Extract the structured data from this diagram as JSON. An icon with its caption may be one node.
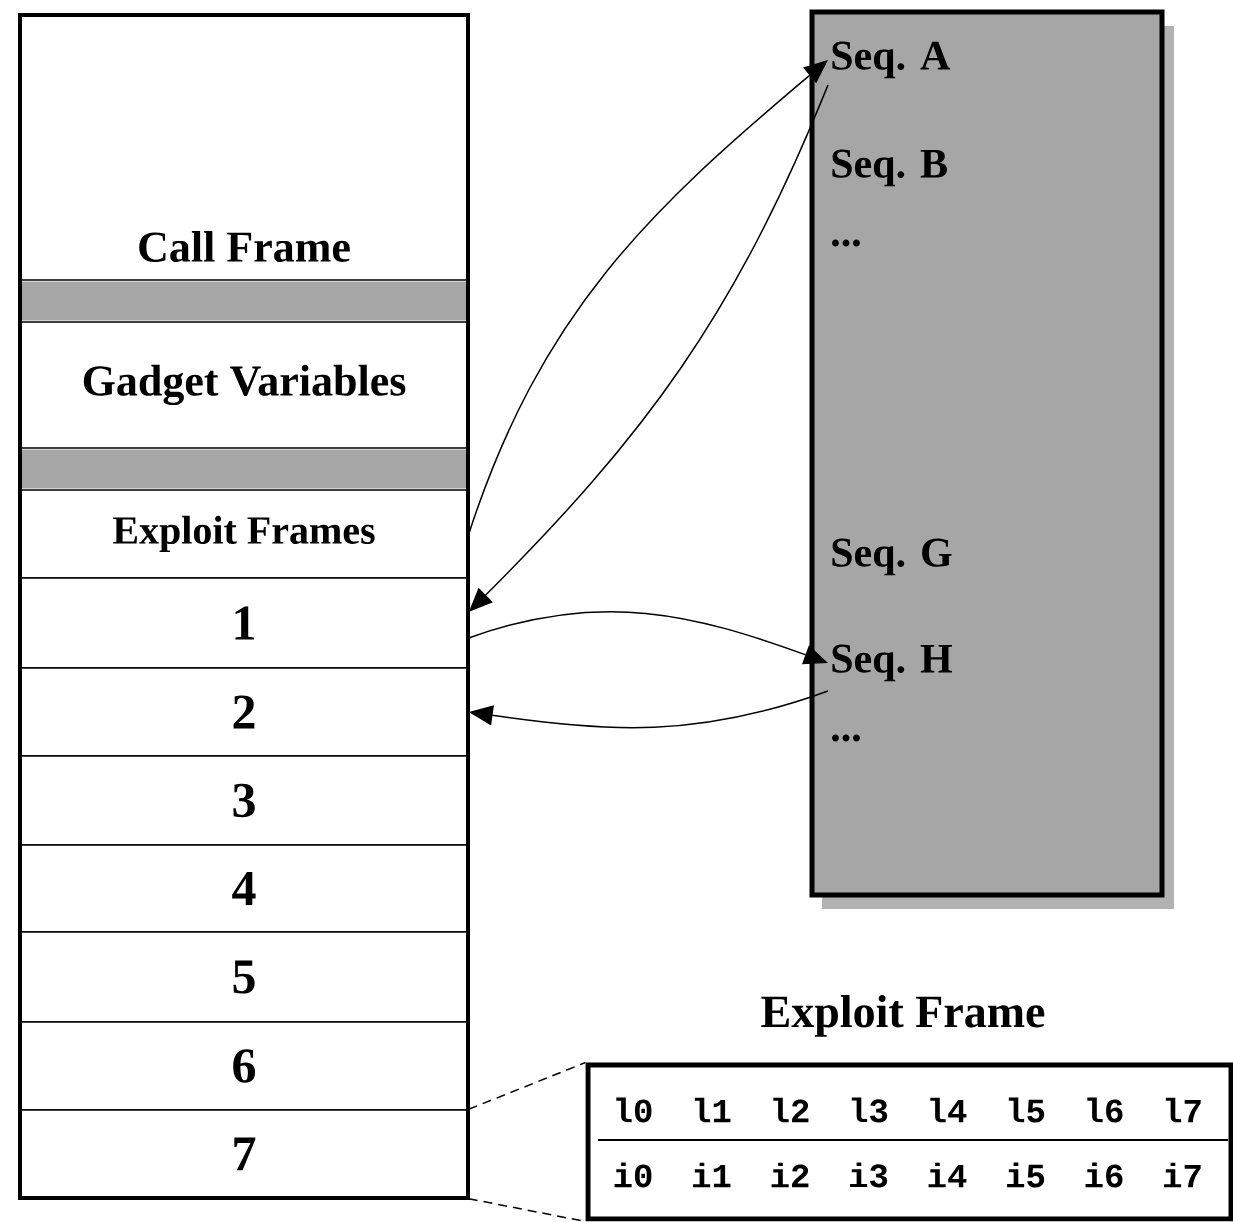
{
  "diagram": {
    "nodes": [
      {
        "text": [
          "Call Frame"
        ]
      },
      {
        "text": [],
        "shape": "bar"
      },
      {
        "text": [
          "Gadget Variables"
        ]
      },
      {
        "text": [],
        "shape": "bar"
      },
      {
        "text": [
          "Exploit Frames"
        ]
      },
      {
        "text": [
          "1"
        ]
      },
      {
        "text": [
          "2"
        ]
      },
      {
        "text": [
          "3"
        ]
      },
      {
        "text": [
          "4"
        ]
      },
      {
        "text": [
          "5"
        ]
      },
      {
        "text": [
          "6"
        ]
      },
      {
        "text": [
          "7"
        ]
      },
      {
        "text": [],
        "shape": "box"
      },
      {
        "text": [
          "Seq. A"
        ],
        "in": 12
      },
      {
        "text": [
          "Seq. B"
        ],
        "in": 12
      },
      {
        "text": [
          "..."
        ],
        "in": 12
      },
      {
        "text": [
          "Seq. G"
        ],
        "in": 12
      },
      {
        "text": [
          "Seq. H"
        ],
        "in": 12
      },
      {
        "text": [
          "..."
        ],
        "in": 12
      },
      {
        "text": [
          "Exploit Frame"
        ]
      }
    ],
    "edges": [
      {
        "from": 4,
        "to": 13,
        "arrow": "to"
      },
      {
        "from": 13,
        "to": 5,
        "arrow": "to"
      },
      {
        "from": 5,
        "to": 17,
        "arrow": "to"
      },
      {
        "from": 17,
        "to": 6,
        "arrow": "to"
      },
      {
        "from": 11,
        "to": 19,
        "arrow": "none",
        "style": "dashed"
      },
      {
        "from": 11,
        "to": 19,
        "arrow": "none",
        "style": "dashed"
      }
    ],
    "labels": [
      "l0",
      "l1",
      "l2",
      "l3",
      "l4",
      "l5",
      "l6",
      "l7",
      "i0",
      "i1",
      "i2",
      "i3",
      "i4",
      "i5",
      "i6",
      "i7"
    ]
  }
}
